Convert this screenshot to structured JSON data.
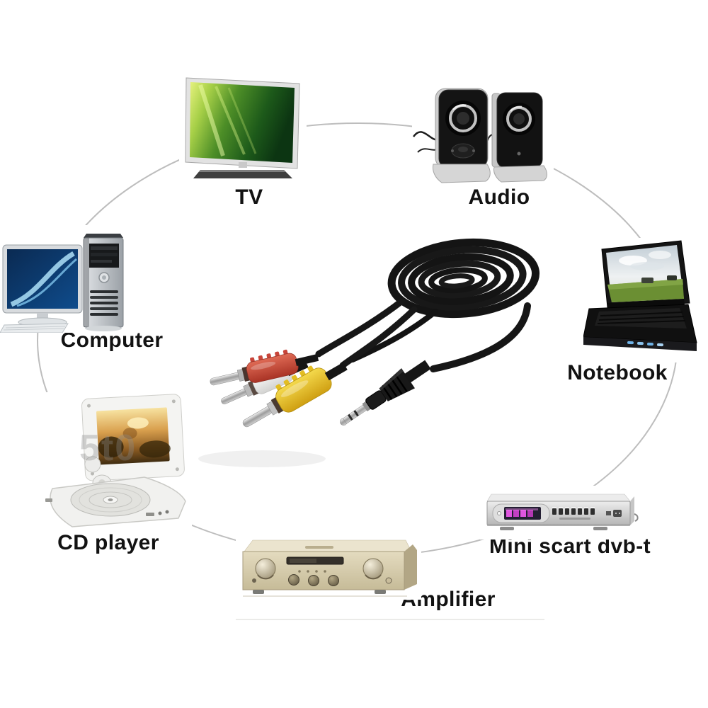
{
  "page": {
    "background_color": "#ffffff"
  },
  "diagram": {
    "ring_color": "#bdbdbd",
    "watermark": "5t0",
    "center_product": {
      "name": "3.5mm stereo jack to 3 RCA composite AV cable",
      "cable_color": "#161616",
      "plug_colors": {
        "video_rca": "#e4bd25",
        "audio_rca_white": "#ededed",
        "audio_rca_red": "#c7473a",
        "jack_body": "#1c1c1c",
        "jack_tip": "#c9c9c9"
      }
    },
    "devices": [
      {
        "id": "tv",
        "label": "TV"
      },
      {
        "id": "audio",
        "label": "Audio"
      },
      {
        "id": "computer",
        "label": "Computer"
      },
      {
        "id": "notebook",
        "label": "Notebook"
      },
      {
        "id": "cd_player",
        "label": "CD player"
      },
      {
        "id": "amplifier",
        "label": "Amplifier"
      },
      {
        "id": "mini_scart",
        "label": "Mini scart dvb-t"
      }
    ]
  }
}
